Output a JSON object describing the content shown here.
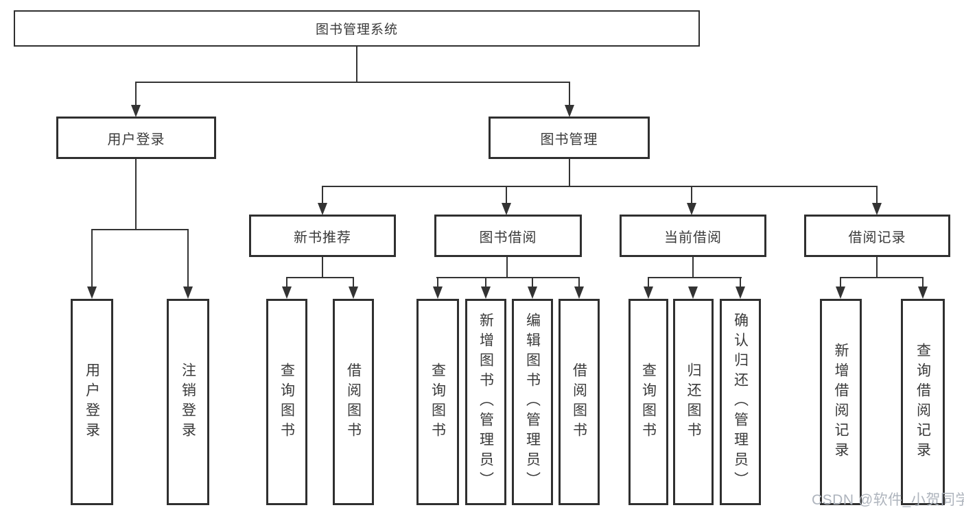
{
  "tree": {
    "root": {
      "label": "图书管理系统"
    },
    "branches": [
      {
        "label": "用户登录",
        "children": [
          "用户登录",
          "注销登录"
        ]
      },
      {
        "label": "图书管理",
        "groups": [
          {
            "label": "新书推荐",
            "children": [
              "查询图书",
              "借阅图书"
            ]
          },
          {
            "label": "图书借阅",
            "children": [
              "查询图书",
              "新增图书（管理员）",
              "编辑图书（管理员）",
              "借阅图书"
            ]
          },
          {
            "label": "当前借阅",
            "children": [
              "查询图书",
              "归还图书",
              "确认归还（管理员）"
            ]
          },
          {
            "label": "借阅记录",
            "children": [
              "新增借阅记录",
              "查询借阅记录"
            ]
          }
        ]
      }
    ]
  },
  "watermark": {
    "text": "CSDN @软件_小贺同学"
  },
  "colors": {
    "line": "#333333",
    "border": "#2f2f2f",
    "text": "#3a3a3a",
    "watermark": "#aeb4bd",
    "background": "#ffffff"
  }
}
